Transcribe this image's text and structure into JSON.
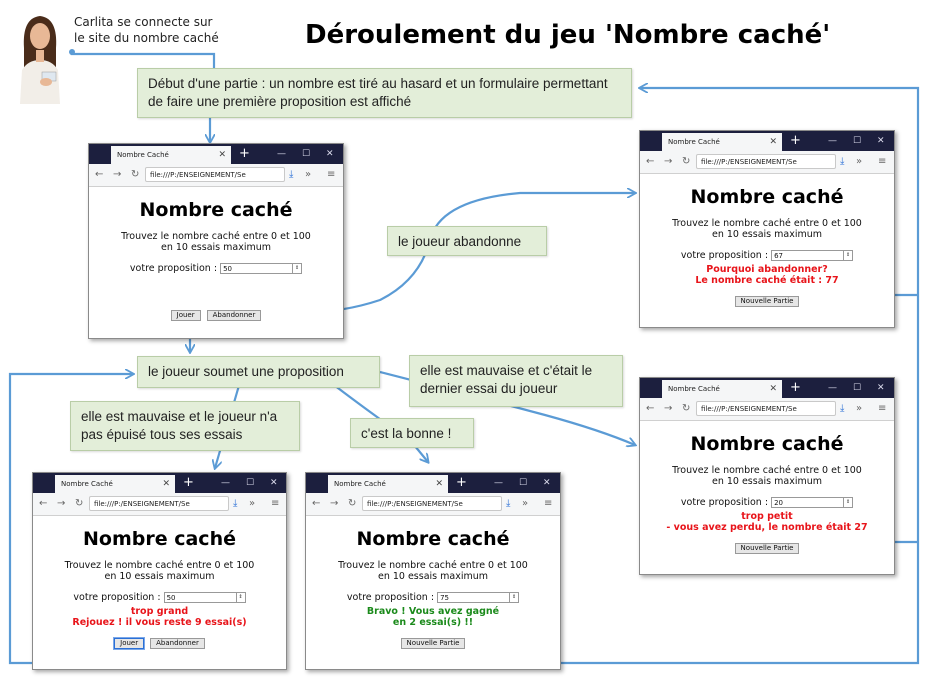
{
  "title": "Déroulement du jeu 'Nombre caché'",
  "caption": "Carlita se connecte sur le site du nombre caché",
  "notes": {
    "start": "Début d'une partie : un nombre est tiré au hasard et un formulaire permettant de faire une première proposition est affiché",
    "abandon": "le joueur abandonne",
    "submit": "le joueur soumet une proposition",
    "bad_last": "elle  est mauvaise et c'était le dernier essai du joueur",
    "bad_more": "elle est mauvaise et le joueur n'a pas épuisé tous ses essais",
    "good": "c'est la bonne !"
  },
  "browser": {
    "tab_title": "Nombre Caché",
    "url": "file:///P:/ENSEIGNEMENT/Se",
    "page_title": "Nombre caché",
    "intro_line1": "Trouvez le nombre caché entre 0 et 100",
    "intro_line2": "en 10 essais maximum",
    "prop_label": "votre proposition :",
    "btn_play": "Jouer",
    "btn_abandon": "Abandonner",
    "btn_new": "Nouvelle Partie"
  },
  "windows": {
    "initial": {
      "value": "50"
    },
    "abandoned": {
      "value": "67",
      "msg1": "Pourquoi abandonner?",
      "msg2": "Le nombre caché était : 77"
    },
    "lost": {
      "value": "20",
      "msg1": "trop petit",
      "msg2": "- vous avez perdu, le nombre était 27"
    },
    "retry": {
      "value": "50",
      "msg1": "trop grand",
      "msg2": "Rejouez ! il vous reste 9 essai(s)"
    },
    "won": {
      "value": "75",
      "msg1": "Bravo ! Vous avez gagné",
      "msg2": "en 2 essai(s) !!"
    }
  },
  "colors": {
    "note_bg": "#e3eed9",
    "arrow": "#5b9bd5",
    "tabbar": "#1c1f3e",
    "error": "#e8141a",
    "success": "#1b8a1b"
  }
}
